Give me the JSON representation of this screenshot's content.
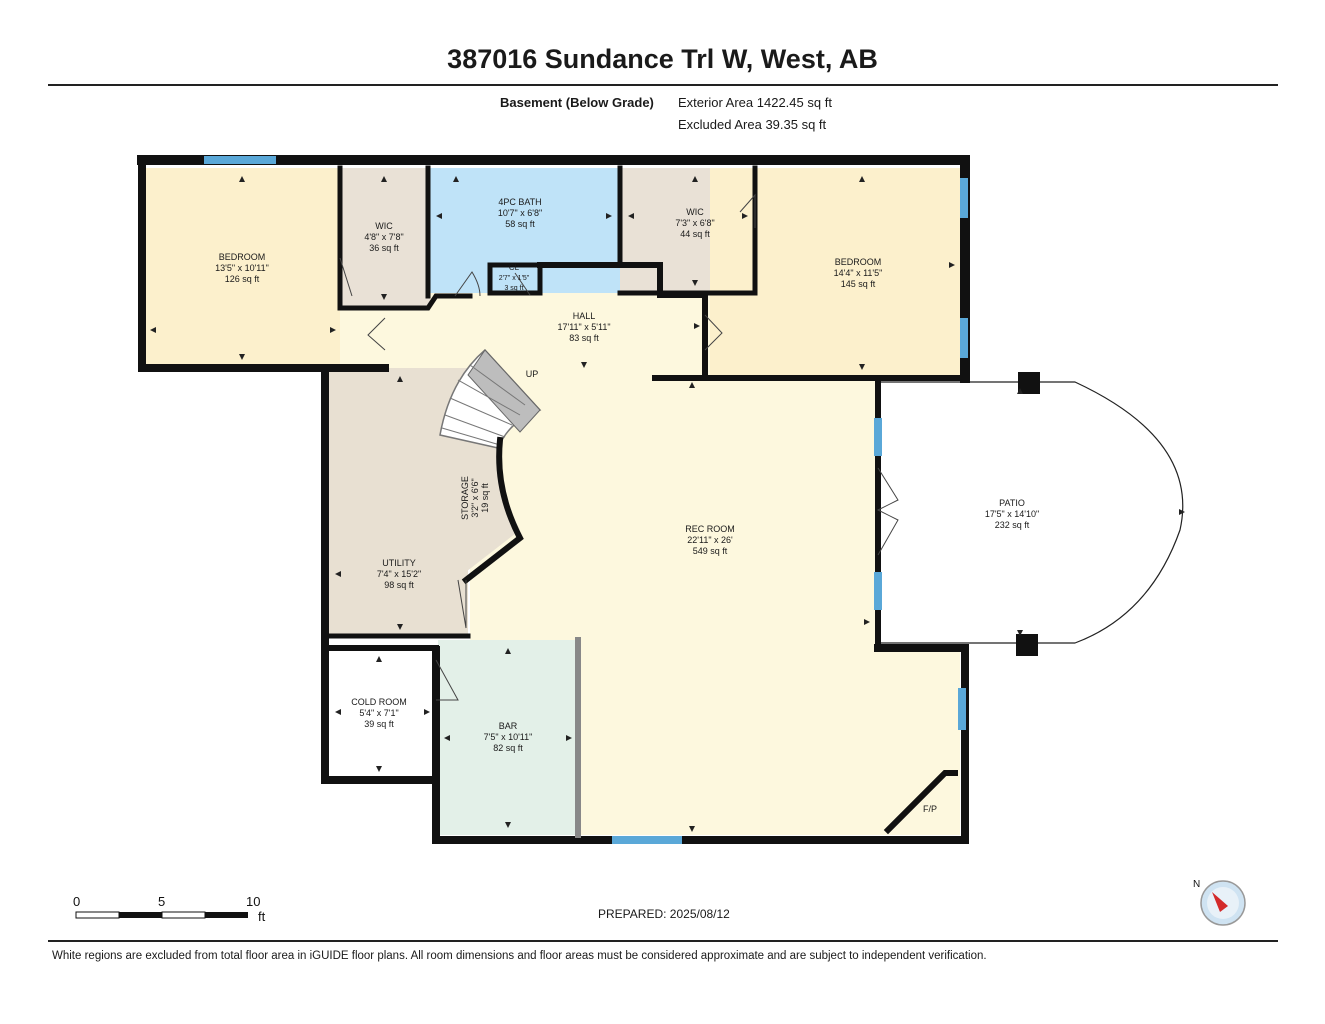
{
  "header": {
    "title": "387016 Sundance Trl W, West, AB",
    "level_label": "Basement (Below Grade)",
    "exterior_area": "Exterior Area 1422.45 sq ft",
    "excluded_area": "Excluded Area 39.35 sq ft"
  },
  "colors": {
    "wall": "#111111",
    "window": "#5aa8d8",
    "bedroom": "#fcf0cc",
    "wic": "#e9e1d6",
    "bath": "#bfe3f8",
    "hall": "#fdf8de",
    "utility": "#e8e0d2",
    "bar": "#e3f0e8",
    "exterior": "#ffffff"
  },
  "rooms": {
    "bedroom_left": {
      "name": "BEDROOM",
      "dims": "13'5\" x 10'11\"",
      "area": "126 sq ft"
    },
    "wic_left": {
      "name": "WIC",
      "dims": "4'8\" x 7'8\"",
      "area": "36 sq ft"
    },
    "bath": {
      "name": "4PC BATH",
      "dims": "10'7\" x 6'8\"",
      "area": "58 sq ft"
    },
    "closet": {
      "name": "CL",
      "dims": "2'7\" x 1'5\"",
      "area": "3 sq ft"
    },
    "wic_right": {
      "name": "WIC",
      "dims": "7'3\" x 6'8\"",
      "area": "44 sq ft"
    },
    "bedroom_right": {
      "name": "BEDROOM",
      "dims": "14'4\" x 11'5\"",
      "area": "145 sq ft"
    },
    "hall": {
      "name": "HALL",
      "dims": "17'11\" x 5'11\"",
      "area": "83 sq ft"
    },
    "rec_room": {
      "name": "REC ROOM",
      "dims": "22'11\" x 26'",
      "area": "549 sq ft"
    },
    "storage": {
      "name": "STORAGE",
      "dims": "3'2\" x 6'6\"",
      "area": "19 sq ft"
    },
    "utility": {
      "name": "UTILITY",
      "dims": "7'4\" x 15'2\"",
      "area": "98 sq ft"
    },
    "cold_room": {
      "name": "COLD ROOM",
      "dims": "5'4\" x 7'1\"",
      "area": "39 sq ft"
    },
    "bar": {
      "name": "BAR",
      "dims": "7'5\" x 10'11\"",
      "area": "82 sq ft"
    },
    "patio": {
      "name": "PATIO",
      "dims": "17'5\" x 14'10\"",
      "area": "232 sq ft"
    }
  },
  "labels": {
    "stairs": "UP",
    "fireplace": "F/P",
    "compass_north": "N"
  },
  "scale_bar": {
    "ticks": [
      "0",
      "5",
      "10"
    ],
    "unit": "ft"
  },
  "footer": {
    "prepared": "PREPARED: 2025/08/12",
    "disclaimer": "White regions are excluded from total floor area in iGUIDE floor plans. All room dimensions and floor areas must be considered approximate and are subject to independent verification."
  }
}
